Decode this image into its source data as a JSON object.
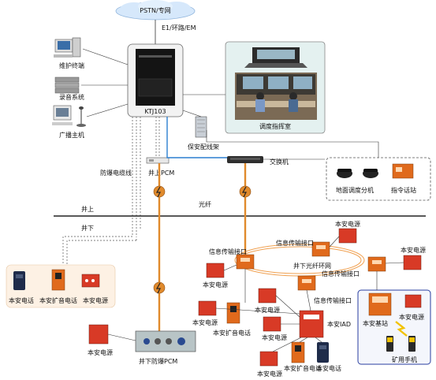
{
  "diagram": {
    "cloud_label": "PSTN/专网",
    "link_label": "E1/环路/EM",
    "server_label": "KTJ103",
    "maintenance_terminal": "维护终端",
    "recording_system": "录音系统",
    "broadcast_host": "广播主机",
    "dispatch_room": "调度指挥室",
    "protection_frame": "保安配线架",
    "explosion_proof_cable": "防爆电缆线",
    "surface_pcm": "井上PCM",
    "switch": "交换机",
    "ground_dispatch_ext": "地面调度分机",
    "command_station": "指令话站",
    "fiber": "光纤",
    "above_ground": "井上",
    "below_ground": "井下",
    "safety_phone": "本安电话",
    "safety_amp_phone": "本安扩音电话",
    "safety_power": "本安电源",
    "info_transfer_port": "信息传输接口",
    "underground_fiber_ring": "井下光纤环网",
    "underground_pcm": "井下防爆PCM",
    "safety_iad": "本安IAD",
    "safety_base_station": "本安基站",
    "mine_handset": "矿用手机"
  },
  "colors": {
    "fiber_orange": "#e08a2c",
    "ring_orange": "#f0a050",
    "device_red": "#d83a26",
    "device_orange": "#e06a1c",
    "peach_panel": "#fdf1e4",
    "blue_line": "#2c7fd0",
    "base_station_border": "#2a3fa0"
  }
}
